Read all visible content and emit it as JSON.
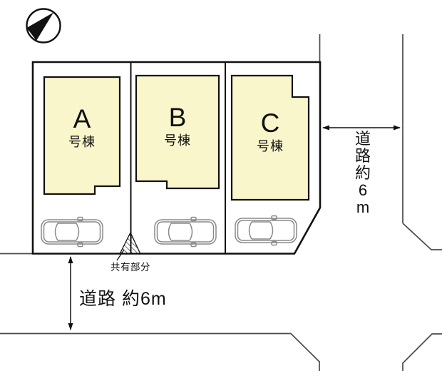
{
  "diagram": {
    "type": "residential-site-plan",
    "lots": [
      {
        "letter": "A",
        "suffix": "号棟"
      },
      {
        "letter": "B",
        "suffix": "号棟"
      },
      {
        "letter": "C",
        "suffix": "号棟"
      }
    ],
    "shared_area_label": "共有部分",
    "road_bottom_label": "道路 約6m",
    "road_right": [
      "道",
      "路",
      "約",
      "6",
      "m"
    ],
    "icons": {
      "compass": "north-arrow-compass",
      "car": "car-top-view",
      "dimension_arrows": "double-headed-arrow"
    },
    "colors": {
      "building_fill": "#FAF6CC",
      "outline": "#111111",
      "road_line": "#4a4a4a",
      "car_line": "#8a8a8a",
      "background": "#ffffff"
    }
  }
}
